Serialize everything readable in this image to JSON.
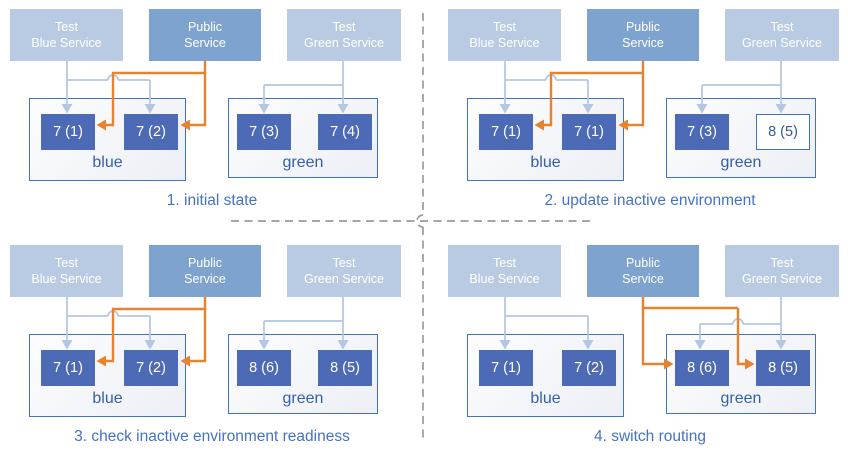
{
  "colors": {
    "service_box_light": "#b9cbe3",
    "service_box_public": "#7ea3cf",
    "pod_fill": "#4c6ab6",
    "pod_text": "#ffffff",
    "pod_outlined_text": "#35599f",
    "env_border": "#4173c4",
    "env_label_text": "#3560a8",
    "caption_text": "#4472c4",
    "arrow_orange": "#e8822f",
    "arrow_light_blue": "#b3c6e2",
    "divider_gray": "#9b9b9b"
  },
  "services": {
    "test_blue": {
      "line1": "Test",
      "line2": "Blue Service"
    },
    "public": {
      "line1": "Public",
      "line2": "Service"
    },
    "test_green": {
      "line1": "Test",
      "line2": "Green Service"
    }
  },
  "env_labels": {
    "blue": "blue",
    "green": "green"
  },
  "panels": [
    {
      "caption": "1. initial state",
      "public_routes_to": "blue",
      "blue_pods": [
        {
          "label": "7 (1)",
          "style": "filled"
        },
        {
          "label": "7 (2)",
          "style": "filled"
        }
      ],
      "green_pods": [
        {
          "label": "7 (3)",
          "style": "filled"
        },
        {
          "label": "7 (4)",
          "style": "filled"
        }
      ]
    },
    {
      "caption": "2. update inactive environment",
      "public_routes_to": "blue",
      "blue_pods": [
        {
          "label": "7 (1)",
          "style": "filled"
        },
        {
          "label": "7 (1)",
          "style": "filled"
        }
      ],
      "green_pods": [
        {
          "label": "7 (3)",
          "style": "filled"
        },
        {
          "label": "8 (5)",
          "style": "outlined"
        }
      ]
    },
    {
      "caption": "3. check inactive environment readiness",
      "public_routes_to": "blue",
      "blue_pods": [
        {
          "label": "7 (1)",
          "style": "filled"
        },
        {
          "label": "7 (2)",
          "style": "filled"
        }
      ],
      "green_pods": [
        {
          "label": "8 (6)",
          "style": "filled"
        },
        {
          "label": "8 (5)",
          "style": "filled"
        }
      ]
    },
    {
      "caption": "4. switch routing",
      "public_routes_to": "green",
      "blue_pods": [
        {
          "label": "7 (1)",
          "style": "filled"
        },
        {
          "label": "7 (2)",
          "style": "filled"
        }
      ],
      "green_pods": [
        {
          "label": "8 (6)",
          "style": "filled"
        },
        {
          "label": "8 (5)",
          "style": "filled"
        }
      ]
    }
  ]
}
